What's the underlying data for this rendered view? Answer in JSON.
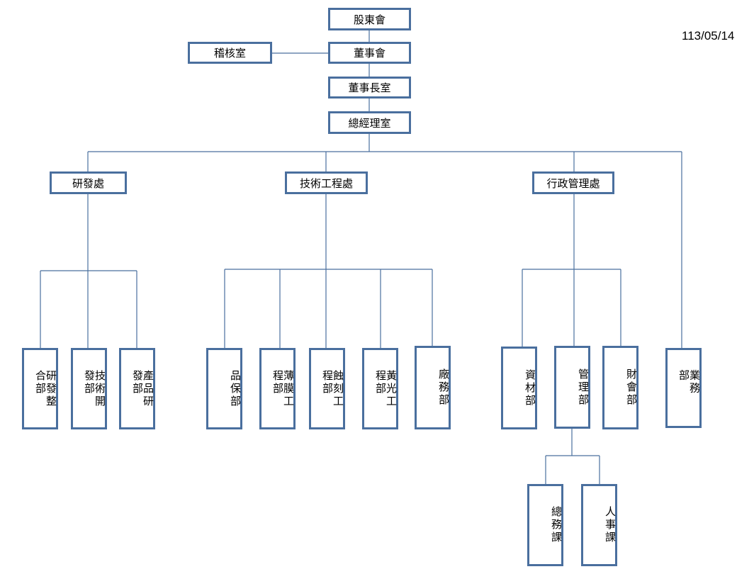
{
  "date": "113/05/14",
  "nodes": {
    "shareholders": "股東會",
    "board": "董事會",
    "audit": "稽核室",
    "chairman": "董事長室",
    "gm": "總經理室",
    "rd_div": "研發處",
    "tech_div": "技術工程處",
    "admin_div": "行政管理處",
    "rd_integration": "研發整合部",
    "tech_dev": "技術開發部",
    "product_rd": "產品研發部",
    "qa": "品保部",
    "thin_film": "薄膜工程部",
    "etching": "蝕刻工程部",
    "photo": "黃光工程部",
    "plant": "廠務部",
    "materials": "資材部",
    "management": "管理部",
    "finance": "財會部",
    "sales": "業務部",
    "general_affairs": "總務課",
    "hr": "人事課"
  }
}
